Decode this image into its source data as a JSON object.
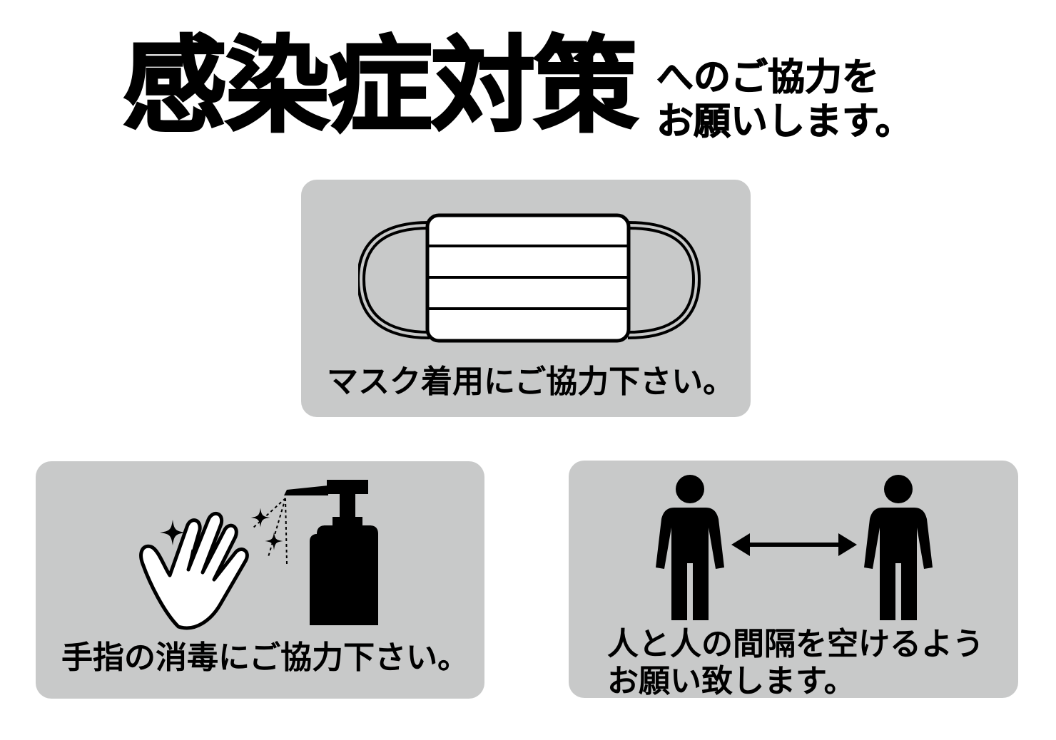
{
  "header": {
    "title": "感染症対策",
    "subtitle_line1": "へのご協力を",
    "subtitle_line2": "お願いします。"
  },
  "cards": {
    "mask": {
      "caption": "マスク着用にご協力下さい。",
      "icon": "face-mask-icon"
    },
    "sanitize": {
      "caption": "手指の消毒にご協力下さい。",
      "icons": [
        "hand-icon",
        "sparkle-icon",
        "sanitizer-bottle-icon"
      ]
    },
    "distance": {
      "caption_line1": "人と人の間隔を空けるよう",
      "caption_line2": "お願い致します。",
      "icons": [
        "person-icon",
        "double-arrow-icon"
      ]
    }
  },
  "colors": {
    "card_background": "#c8c9c9",
    "foreground": "#000000",
    "page_background": "#ffffff"
  }
}
